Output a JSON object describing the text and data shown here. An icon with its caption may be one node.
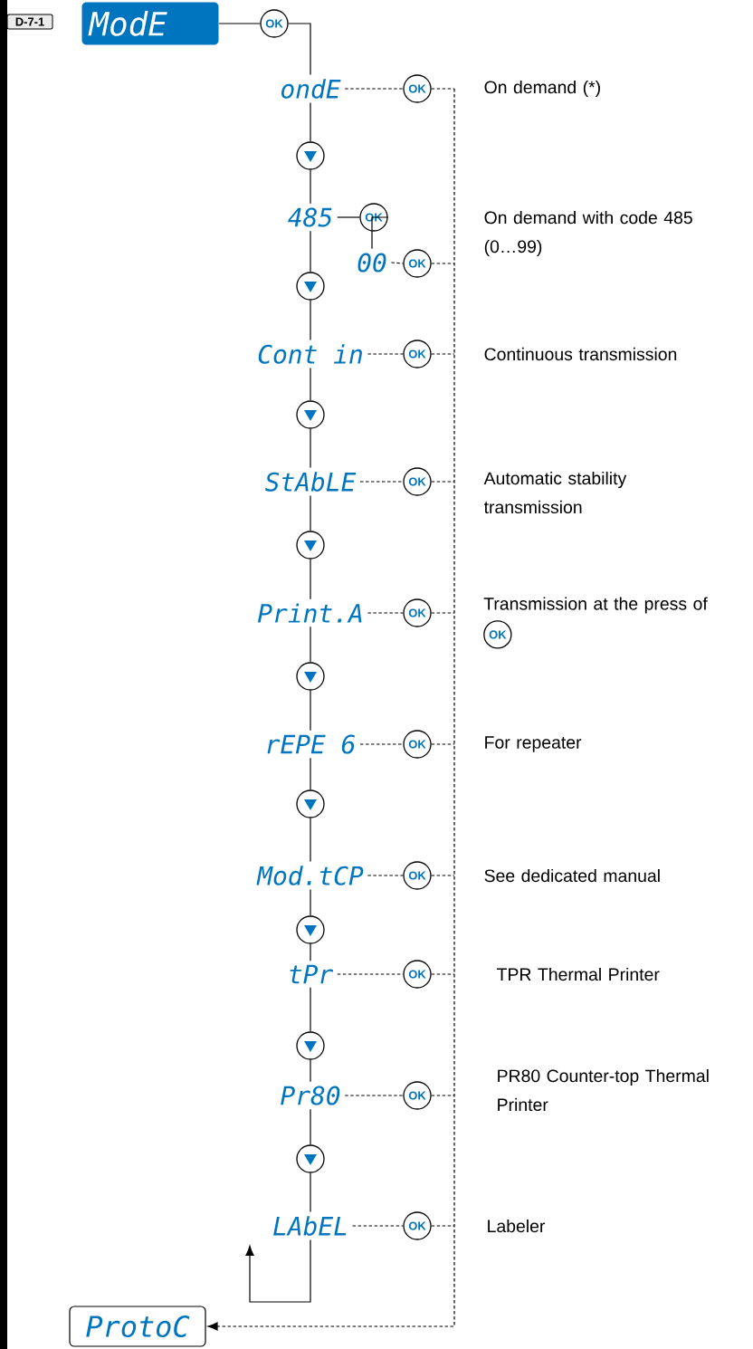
{
  "diagram": {
    "nodes": [
      {
        "text": [
          "D-7-1"
        ]
      },
      {
        "text": [
          "ModE"
        ]
      },
      {
        "text": [
          "OK"
        ]
      },
      {
        "text": [
          "ondE"
        ]
      },
      {
        "text": [
          "OK"
        ]
      },
      {
        "text": [],
        "shape": "circle"
      },
      {
        "text": [
          "485"
        ]
      },
      {
        "text": [
          "OK"
        ]
      },
      {
        "text": [
          "00"
        ]
      },
      {
        "text": [
          "OK"
        ]
      },
      {
        "text": [],
        "shape": "circle"
      },
      {
        "text": [
          "Cont in"
        ]
      },
      {
        "text": [
          "OK"
        ]
      },
      {
        "text": [],
        "shape": "circle"
      },
      {
        "text": [
          "StAbLE"
        ]
      },
      {
        "text": [
          "OK"
        ]
      },
      {
        "text": [],
        "shape": "circle"
      },
      {
        "text": [
          "Print.A"
        ]
      },
      {
        "text": [
          "OK"
        ]
      },
      {
        "text": [],
        "shape": "circle"
      },
      {
        "text": [
          "rEPE 6"
        ]
      },
      {
        "text": [
          "OK"
        ]
      },
      {
        "text": [],
        "shape": "circle"
      },
      {
        "text": [
          "Mod.tCP"
        ]
      },
      {
        "text": [
          "OK"
        ]
      },
      {
        "text": [],
        "shape": "circle"
      },
      {
        "text": [
          "tPr"
        ]
      },
      {
        "text": [
          "OK"
        ]
      },
      {
        "text": [],
        "shape": "circle"
      },
      {
        "text": [
          "Pr80"
        ]
      },
      {
        "text": [
          "OK"
        ]
      },
      {
        "text": [],
        "shape": "circle"
      },
      {
        "text": [
          "LAbEL"
        ]
      },
      {
        "text": [
          "OK"
        ]
      },
      {
        "text": [
          "ProtoC"
        ]
      }
    ],
    "edges": [
      {
        "from": 1,
        "to": 2,
        "arrow": "none"
      },
      {
        "from": 2,
        "to": 3,
        "arrow": "none"
      },
      {
        "from": 3,
        "to": 5,
        "arrow": "none"
      },
      {
        "from": 5,
        "to": 6,
        "arrow": "none"
      },
      {
        "from": 6,
        "to": 7,
        "arrow": "none"
      },
      {
        "from": 7,
        "to": 8,
        "arrow": "none"
      },
      {
        "from": 6,
        "to": 10,
        "arrow": "none"
      },
      {
        "from": 10,
        "to": 11,
        "arrow": "none"
      },
      {
        "from": 11,
        "to": 13,
        "arrow": "none"
      },
      {
        "from": 13,
        "to": 14,
        "arrow": "none"
      },
      {
        "from": 14,
        "to": 16,
        "arrow": "none"
      },
      {
        "from": 16,
        "to": 17,
        "arrow": "none"
      },
      {
        "from": 17,
        "to": 19,
        "arrow": "none"
      },
      {
        "from": 19,
        "to": 20,
        "arrow": "none"
      },
      {
        "from": 20,
        "to": 22,
        "arrow": "none"
      },
      {
        "from": 22,
        "to": 23,
        "arrow": "none"
      },
      {
        "from": 23,
        "to": 25,
        "arrow": "none"
      },
      {
        "from": 25,
        "to": 26,
        "arrow": "none"
      },
      {
        "from": 26,
        "to": 28,
        "arrow": "none"
      },
      {
        "from": 28,
        "to": 29,
        "arrow": "none"
      },
      {
        "from": 29,
        "to": 31,
        "arrow": "none"
      },
      {
        "from": 31,
        "to": 32,
        "arrow": "none"
      },
      {
        "from": 32,
        "to": null,
        "arrow": "to"
      },
      {
        "from": 3,
        "to": 4,
        "arrow": "none",
        "style": "dashed"
      },
      {
        "from": 8,
        "to": 9,
        "arrow": "none",
        "style": "dashed"
      },
      {
        "from": 11,
        "to": 12,
        "arrow": "none",
        "style": "dashed"
      },
      {
        "from": 14,
        "to": 15,
        "arrow": "none",
        "style": "dashed"
      },
      {
        "from": 17,
        "to": 18,
        "arrow": "none",
        "style": "dashed"
      },
      {
        "from": 20,
        "to": 21,
        "arrow": "none",
        "style": "dashed"
      },
      {
        "from": 23,
        "to": 24,
        "arrow": "none",
        "style": "dashed"
      },
      {
        "from": 26,
        "to": 27,
        "arrow": "none",
        "style": "dashed"
      },
      {
        "from": 29,
        "to": 30,
        "arrow": "none",
        "style": "dashed"
      },
      {
        "from": 32,
        "to": 33,
        "arrow": "none",
        "style": "dashed"
      },
      {
        "from": 4,
        "to": 34,
        "arrow": "to",
        "style": "dashed"
      },
      {
        "from": 9,
        "to": 34,
        "arrow": "to",
        "style": "dashed"
      },
      {
        "from": 12,
        "to": 34,
        "arrow": "to",
        "style": "dashed"
      },
      {
        "from": 15,
        "to": 34,
        "arrow": "to",
        "style": "dashed"
      },
      {
        "from": 18,
        "to": 34,
        "arrow": "to",
        "style": "dashed"
      },
      {
        "from": 21,
        "to": 34,
        "arrow": "to",
        "style": "dashed"
      },
      {
        "from": 24,
        "to": 34,
        "arrow": "to",
        "style": "dashed"
      },
      {
        "from": 27,
        "to": 34,
        "arrow": "to",
        "style": "dashed"
      },
      {
        "from": 30,
        "to": 34,
        "arrow": "to",
        "style": "dashed"
      },
      {
        "from": 33,
        "to": 34,
        "arrow": "to",
        "style": "dashed"
      }
    ],
    "labels": [
      "On demand (*)",
      "On demand with code 485 (0…99)",
      "Continuous transmission",
      "Automatic stability transmission",
      "Transmission at the press of",
      "OK",
      "For repeater",
      "See dedicated manual",
      "TPR Thermal Printer",
      "PR80 Counter-top Thermal Printer",
      "Labeler"
    ]
  }
}
